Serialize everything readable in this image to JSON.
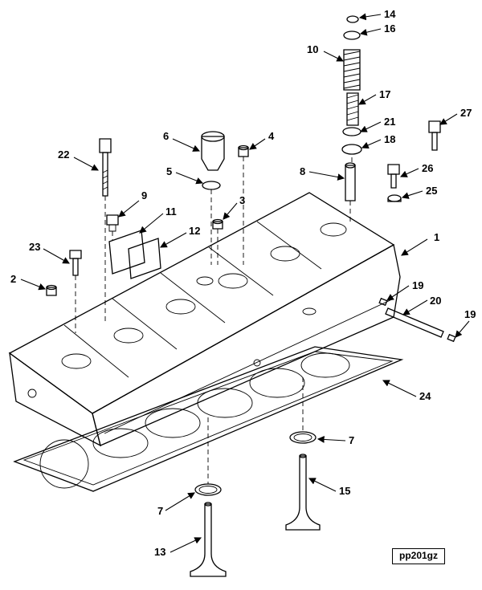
{
  "figure_code": "pp201gz",
  "callouts": [
    {
      "key": "c14",
      "label": "14"
    },
    {
      "key": "c16",
      "label": "16"
    },
    {
      "key": "c10",
      "label": "10"
    },
    {
      "key": "c17",
      "label": "17"
    },
    {
      "key": "c21",
      "label": "21"
    },
    {
      "key": "c18",
      "label": "18"
    },
    {
      "key": "c27",
      "label": "27"
    },
    {
      "key": "c6",
      "label": "6"
    },
    {
      "key": "c4",
      "label": "4"
    },
    {
      "key": "c22",
      "label": "22"
    },
    {
      "key": "c5",
      "label": "5"
    },
    {
      "key": "c8",
      "label": "8"
    },
    {
      "key": "c26",
      "label": "26"
    },
    {
      "key": "c25",
      "label": "25"
    },
    {
      "key": "c9",
      "label": "9"
    },
    {
      "key": "c3",
      "label": "3"
    },
    {
      "key": "c11",
      "label": "11"
    },
    {
      "key": "c12",
      "label": "12"
    },
    {
      "key": "c1",
      "label": "1"
    },
    {
      "key": "c23",
      "label": "23"
    },
    {
      "key": "c2",
      "label": "2"
    },
    {
      "key": "c19a",
      "label": "19"
    },
    {
      "key": "c20",
      "label": "20"
    },
    {
      "key": "c19b",
      "label": "19"
    },
    {
      "key": "c24",
      "label": "24"
    },
    {
      "key": "c7a",
      "label": "7"
    },
    {
      "key": "c15",
      "label": "15"
    },
    {
      "key": "c7b",
      "label": "7"
    },
    {
      "key": "c13",
      "label": "13"
    }
  ],
  "labels": {
    "c14": "14",
    "c16": "16",
    "c10": "10",
    "c17": "17",
    "c21": "21",
    "c18": "18",
    "c27": "27",
    "c6": "6",
    "c4": "4",
    "c22": "22",
    "c5": "5",
    "c8": "8",
    "c26": "26",
    "c25": "25",
    "c9": "9",
    "c3": "3",
    "c11": "11",
    "c12": "12",
    "c1": "1",
    "c23": "23",
    "c2": "2",
    "c19a": "19",
    "c20": "20",
    "c19b": "19",
    "c24": "24",
    "c7a": "7",
    "c15": "15",
    "c7b": "7",
    "c13": "13"
  }
}
